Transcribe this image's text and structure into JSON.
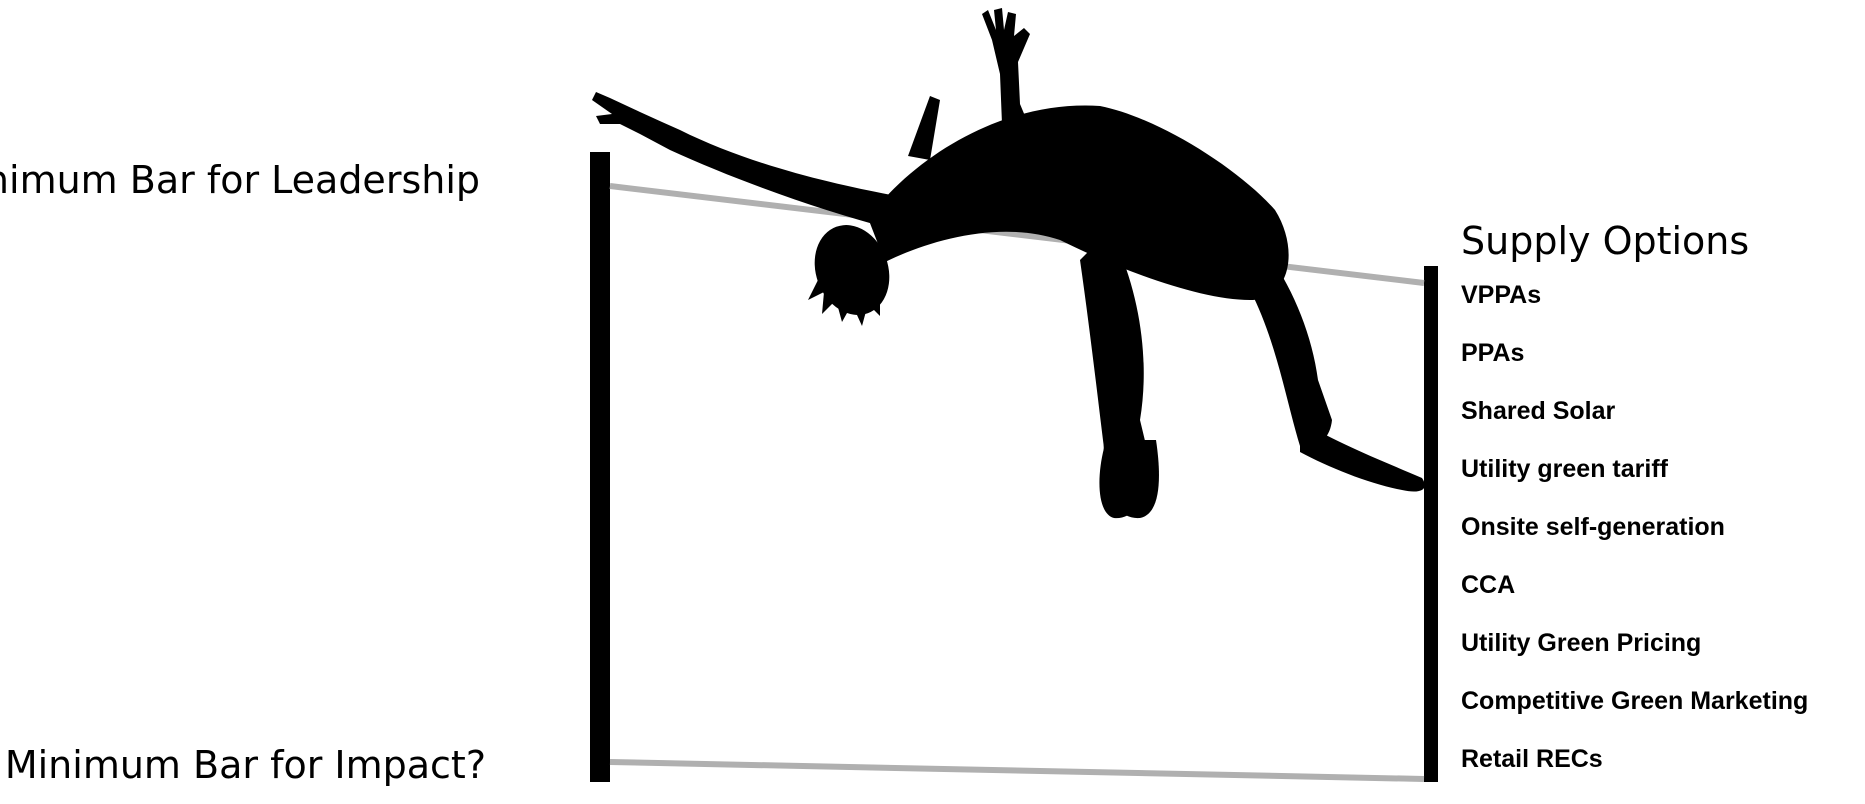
{
  "labels": {
    "leadership_bar": "Minimum Bar for Leadership",
    "impact_bar": "Minimum Bar for Impact?"
  },
  "supply": {
    "title": "Supply Options",
    "options": [
      "VPPAs",
      "PPAs",
      "Shared Solar",
      "Utility green tariff",
      "Onsite self-generation",
      "CCA",
      "Utility Green Pricing",
      "Competitive Green Marketing",
      "Retail RECs"
    ]
  },
  "colors": {
    "post": "#000000",
    "bar": "#b0b0b0",
    "silhouette": "#000000",
    "background": "#ffffff"
  },
  "icons": {
    "figure": "high-jumper-silhouette-icon"
  }
}
